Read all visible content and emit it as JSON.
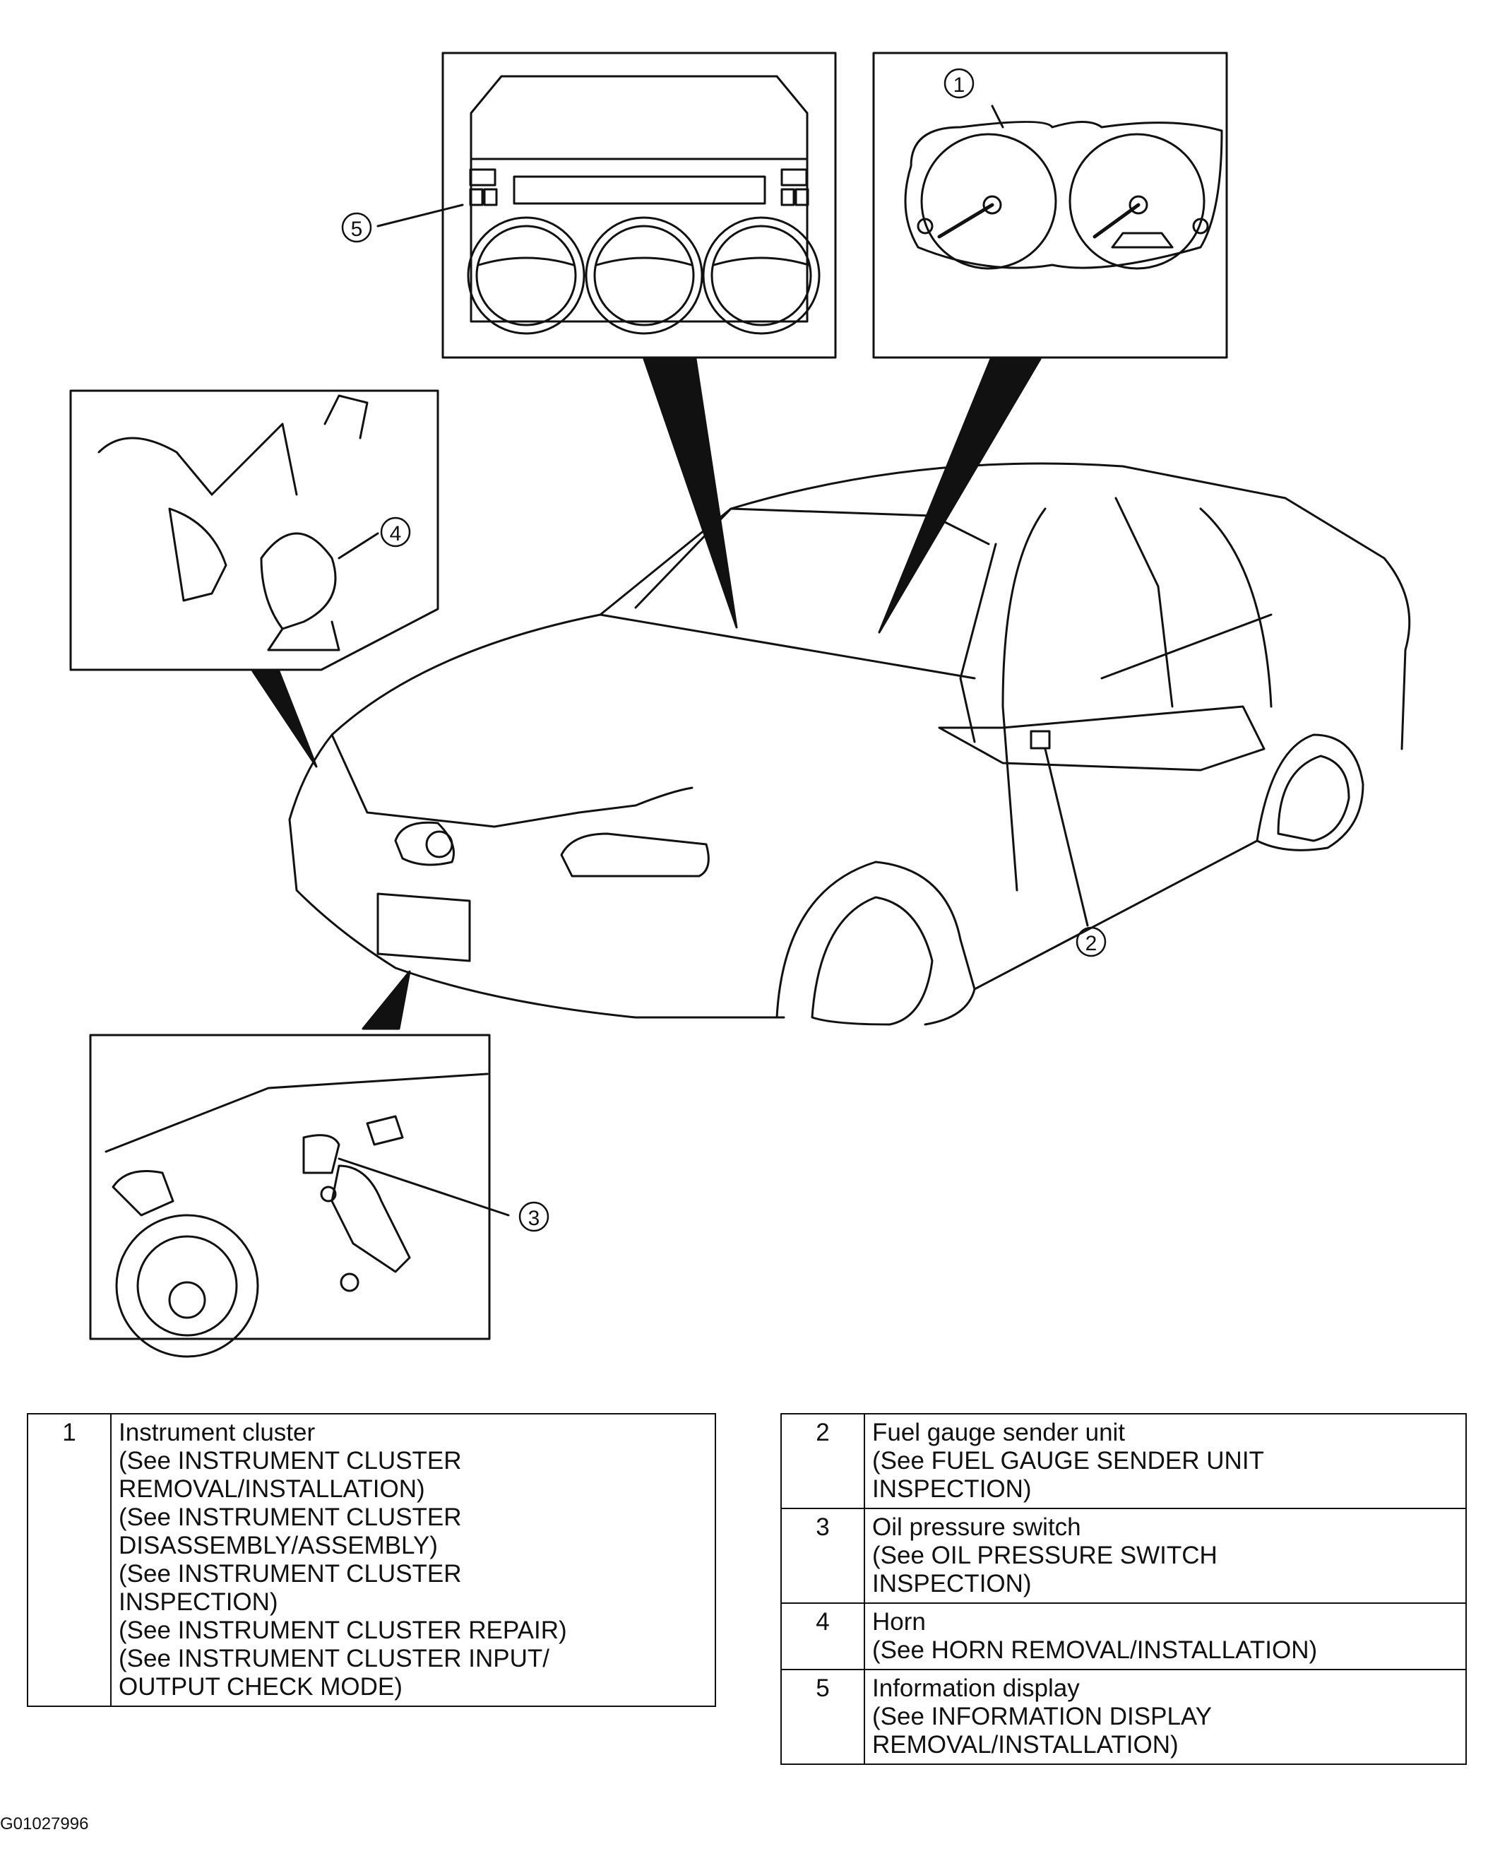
{
  "callouts": [
    "1",
    "2",
    "3",
    "4",
    "5"
  ],
  "parts": [
    {
      "num": "1",
      "lines": [
        "Instrument cluster",
        "(See INSTRUMENT CLUSTER",
        "REMOVAL/INSTALLATION)",
        "(See INSTRUMENT CLUSTER",
        "DISASSEMBLY/ASSEMBLY)",
        "(See INSTRUMENT CLUSTER",
        "INSPECTION)",
        "(See INSTRUMENT CLUSTER REPAIR)",
        "(See INSTRUMENT CLUSTER INPUT/",
        "OUTPUT CHECK MODE)"
      ]
    },
    {
      "num": "2",
      "lines": [
        "Fuel gauge sender unit",
        "(See FUEL GAUGE SENDER UNIT",
        "INSPECTION)"
      ]
    },
    {
      "num": "3",
      "lines": [
        "Oil pressure switch",
        "(See OIL PRESSURE SWITCH",
        "INSPECTION)"
      ]
    },
    {
      "num": "4",
      "lines": [
        "Horn",
        "(See HORN REMOVAL/INSTALLATION)"
      ]
    },
    {
      "num": "5",
      "lines": [
        "Information display",
        "(See INFORMATION DISPLAY",
        "REMOVAL/INSTALLATION)"
      ]
    }
  ],
  "figure_id": "G01027996",
  "colors": {
    "line": "#111111",
    "background": "#ffffff"
  }
}
